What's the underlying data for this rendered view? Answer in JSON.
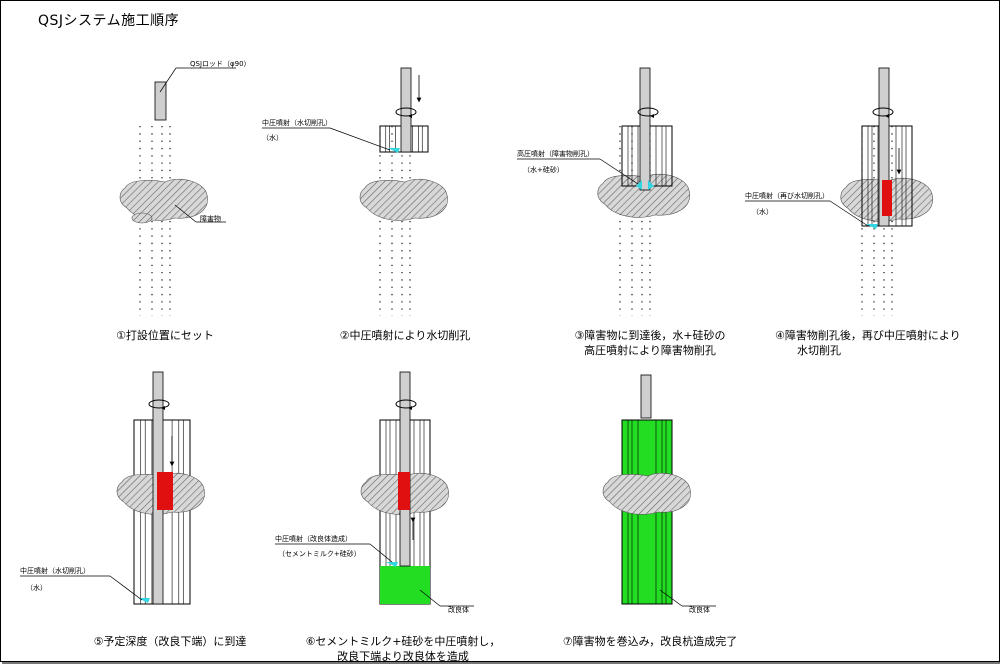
{
  "title": "QSJシステム施工順序",
  "steps": [
    {
      "caption": [
        "①打設位置にセット"
      ]
    },
    {
      "caption": [
        "②中圧噴射により水切削孔"
      ]
    },
    {
      "caption": [
        "③障害物に到達後，水+硅砂の",
        "高圧噴射により障害物削孔"
      ]
    },
    {
      "caption": [
        "④障害物削孔後，再び中圧噴射により",
        "水切削孔"
      ]
    },
    {
      "caption": [
        "⑤予定深度（改良下端）に到達"
      ]
    },
    {
      "caption": [
        "⑥セメントミルク+硅砂を中圧噴射し，",
        "改良下端より改良体を造成"
      ]
    },
    {
      "caption": [
        "⑦障害物を巻込み，改良杭造成完了"
      ]
    }
  ],
  "labels": {
    "rod": "QSJロッド（φ90）",
    "obstacle": "障害物",
    "mid_jet_cut": "中圧噴射（水切削孔）",
    "water": "（水）",
    "high_jet": "高圧噴射（障害物削孔）",
    "water_sand": "（水+硅砂）",
    "mid_jet_recut": "中圧噴射（再び水切削孔）",
    "mid_jet_form": "中圧噴射（改良体造成）",
    "cement_sand": "（セメントミルク+硅砂）",
    "improved_body_6": "改良体",
    "improved_body_7": "改良体"
  },
  "colors": {
    "jet": "#33d6e0",
    "cut": "#e01010",
    "body": "#22dd22",
    "hatch": "#888888"
  }
}
